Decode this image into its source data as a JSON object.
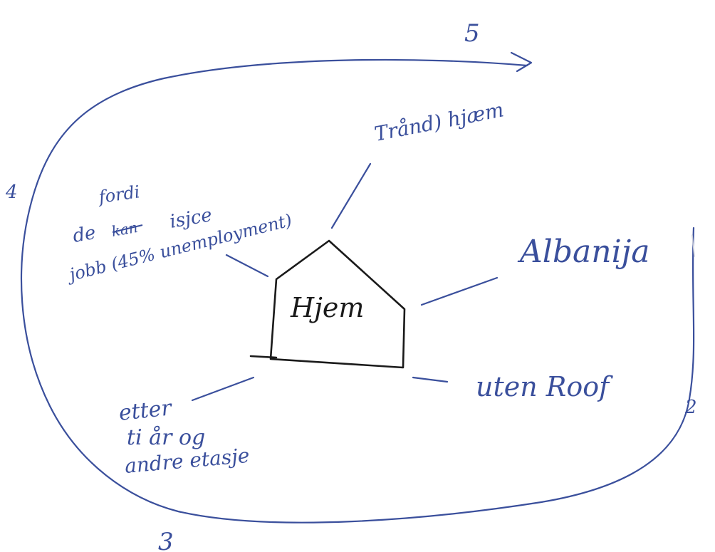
{
  "colors": {
    "blue_ink": "#3a4f9c",
    "black_ink": "#1a1a1a"
  },
  "diagram": {
    "center": {
      "label": "Hjem"
    },
    "branches": [
      {
        "id": "trondhjem",
        "label": "Trånd) hjæm"
      },
      {
        "id": "albanija",
        "label": "Albanija"
      },
      {
        "id": "uten-roof",
        "label": "uten Roof"
      },
      {
        "id": "etter",
        "lines": [
          "etter",
          "ti år og",
          "andre etasje"
        ]
      },
      {
        "id": "fordi",
        "lines": [
          "fordi",
          "de",
          "kan",
          "isjce",
          "jobb (45% unemployment)"
        ]
      }
    ],
    "loop_numbers": [
      "5",
      "4",
      "3",
      "2"
    ]
  }
}
